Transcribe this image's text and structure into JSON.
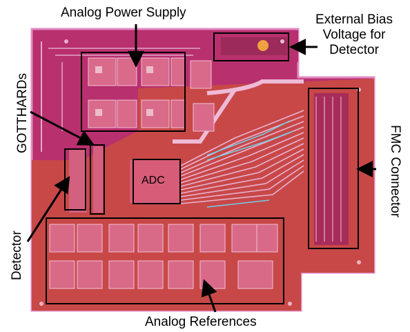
{
  "labels": {
    "analog_power_supply": "Analog Power Supply",
    "external_bias_line1": "External Bias",
    "external_bias_line2": "Voltage for",
    "external_bias_line3": "Detector",
    "gotthards": "GOTTHARDs",
    "fmc_connector": "FMC Connector",
    "detector": "Detector",
    "adc": "ADC",
    "analog_references": "Analog References"
  },
  "colors": {
    "board_magenta": "#b8306e",
    "board_red": "#c23a3a",
    "board_edge": "#e08cc2",
    "trace_light": "#e9b4d2",
    "trace_cyan": "#6fd0e8",
    "box_outline": "#000000"
  }
}
